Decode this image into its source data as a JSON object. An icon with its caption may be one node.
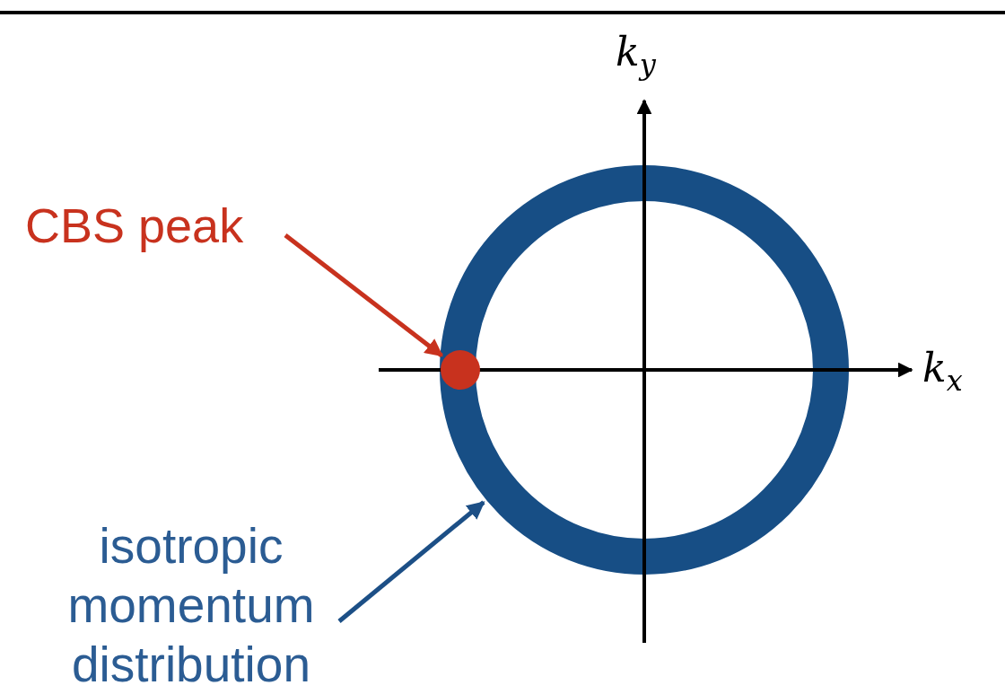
{
  "diagram": {
    "nodes": [
      {
        "text": [
          "CBS peak"
        ]
      },
      {
        "text": [],
        "shape": "circle"
      },
      {
        "text": [
          "isotropic momentum distribution"
        ]
      },
      {
        "text": [],
        "shape": "circle"
      }
    ],
    "edges": [
      {
        "from": 0,
        "to": 1,
        "arrow": "to",
        "color": "#c8321e"
      },
      {
        "from": 2,
        "to": 3,
        "arrow": "to",
        "color": "#1c4f86"
      }
    ],
    "labels": [
      "k$_{y}$",
      "k$_{x}$"
    ]
  }
}
